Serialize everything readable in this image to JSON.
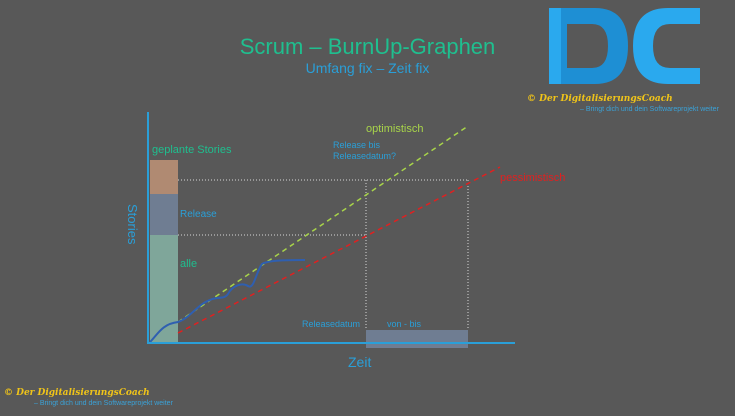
{
  "title": "Scrum – BurnUp-Graphen",
  "subtitle": "Umfang fix – Zeit fix",
  "logo": {
    "monogram": "DC",
    "caption": "© Der DigitalisierungsCoach",
    "tagline": "– Bringt dich und dein Softwareprojekt weiter"
  },
  "footer": {
    "caption": "© Der DigitalisierungsCoach",
    "tagline": "– Bringt dich und dein Softwareprojekt weiter"
  },
  "chart": {
    "ylabel": "Stories",
    "xlabel": "Zeit",
    "bar_labels": {
      "top": "geplante Stories",
      "middle": "Release",
      "bottom": "alle"
    },
    "line_labels": {
      "optimistic": "optimistisch",
      "pessimistic": "pessimistisch"
    },
    "annotation": "Release bis\nReleasedatum?",
    "release_label": "Releasedatum",
    "range_label": "von - bis"
  },
  "colors": {
    "background": "#585858",
    "title": "#1fbf8f",
    "accent_blue": "#2a9fd8",
    "optimistic": "#a8d44a",
    "pessimistic": "#e02020",
    "bar_top": "#b08a72",
    "bar_middle": "#6f7d92",
    "bar_bottom": "#7fa69a",
    "logo_gold": "#f0c419"
  }
}
